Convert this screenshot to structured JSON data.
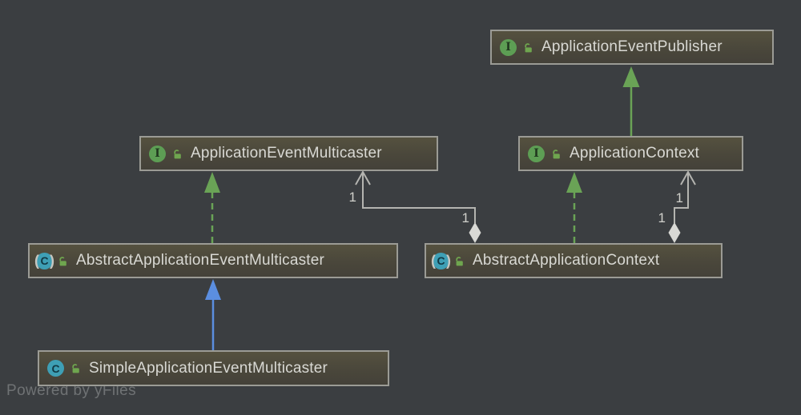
{
  "diagram": {
    "powered_by": "Powered by yFiles",
    "icons": {
      "interface_letter": "I",
      "class_letter": "C",
      "abstract_open": "(",
      "abstract_close": ")",
      "lock_icon_meaning": "public-visibility-open-lock"
    },
    "colors": {
      "background": "#3b3e41",
      "node_fill_top": "#55513f",
      "node_fill_bottom": "#444139",
      "node_border": "#9b9b95",
      "node_text": "#d9d9d4",
      "interface_icon_green": "#5d9e54",
      "class_icon_teal": "#3e9fb5",
      "lock_green": "#6fa64f",
      "realization_green": "#6aa356",
      "extends_blue": "#5b8ee0",
      "aggregation_gray": "#b4b4b0",
      "diamond_fill": "#d9d9d5"
    },
    "nodes": [
      {
        "id": "application-event-publisher",
        "label": "ApplicationEventPublisher",
        "kind": "interface"
      },
      {
        "id": "application-event-multicaster",
        "label": "ApplicationEventMulticaster",
        "kind": "interface"
      },
      {
        "id": "application-context",
        "label": "ApplicationContext",
        "kind": "interface"
      },
      {
        "id": "abstract-application-event-multicaster",
        "label": "AbstractApplicationEventMulticaster",
        "kind": "abstract-class"
      },
      {
        "id": "abstract-application-context",
        "label": "AbstractApplicationContext",
        "kind": "abstract-class"
      },
      {
        "id": "simple-application-event-multicaster",
        "label": "SimpleApplicationEventMulticaster",
        "kind": "class"
      }
    ],
    "edges": [
      {
        "from": "ApplicationContext",
        "to": "ApplicationEventPublisher",
        "type": "extends",
        "style": "solid-green"
      },
      {
        "from": "AbstractApplicationEventMulticaster",
        "to": "ApplicationEventMulticaster",
        "type": "implements",
        "style": "dashed-green"
      },
      {
        "from": "AbstractApplicationContext",
        "to": "ApplicationContext",
        "type": "implements",
        "style": "dashed-green"
      },
      {
        "from": "SimpleApplicationEventMulticaster",
        "to": "AbstractApplicationEventMulticaster",
        "type": "extends",
        "style": "solid-blue"
      },
      {
        "from": "AbstractApplicationContext",
        "to": "ApplicationEventMulticaster",
        "type": "aggregation",
        "source_label": "1",
        "target_label": "1"
      },
      {
        "from": "AbstractApplicationContext",
        "to": "ApplicationContext",
        "type": "aggregation",
        "source_label": "1",
        "target_label": "1"
      }
    ]
  }
}
